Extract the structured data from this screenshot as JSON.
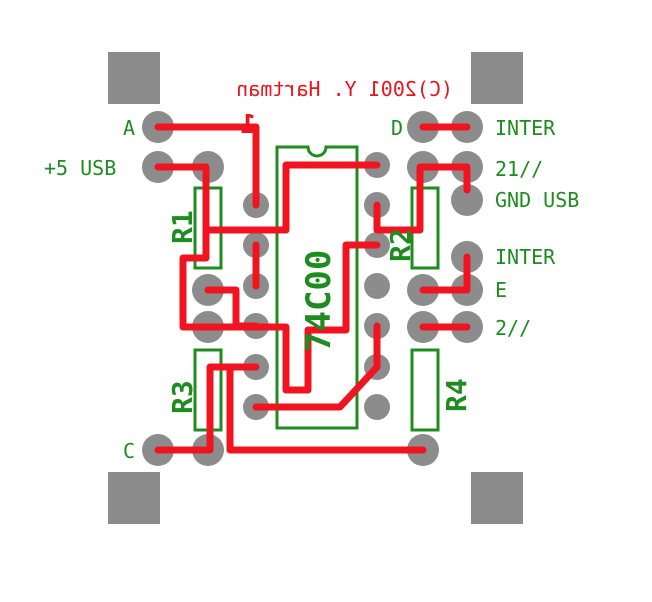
{
  "board": {
    "copyright": "(C)2001 Y. Hartman",
    "pin_marker": "1",
    "chip_label": "74C00",
    "resistors": [
      "R1",
      "R2",
      "R3",
      "R4"
    ],
    "left_labels": {
      "a": "A",
      "plus5usb": "+5 USB",
      "c": "C"
    },
    "right_labels": {
      "d": "D",
      "inter1": "INTER",
      "line21": "21//",
      "gndusb": "GND USB",
      "inter2": "INTER",
      "e": "E",
      "line2": "2//"
    }
  },
  "colors": {
    "background": "#ffffff",
    "pad": "#8c8c8c",
    "trace": "#f01420",
    "silkscreen": "#1e8c1e",
    "copyright": "#e8141e"
  }
}
